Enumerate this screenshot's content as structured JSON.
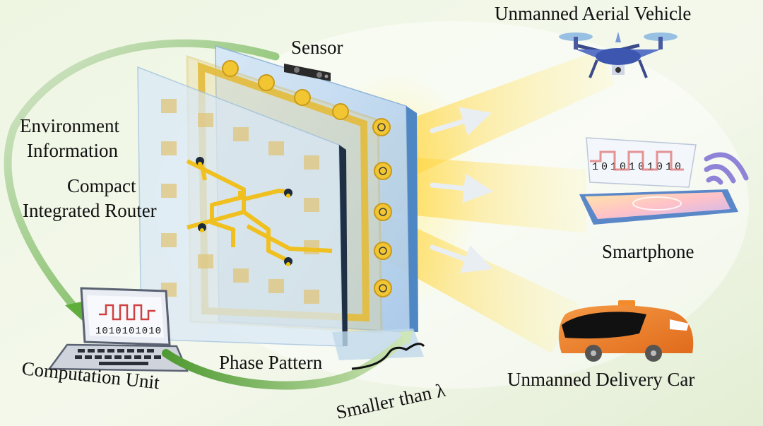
{
  "labels": {
    "uav": "Unmanned Aerial Vehicle",
    "sensor": "Sensor",
    "environment_line1": "Environment",
    "environment_line2": "Information",
    "router_line1": "Compact",
    "router_line2": "Integrated Router",
    "smartphone": "Smartphone",
    "computation": "Computation Unit",
    "phase_pattern": "Phase Pattern",
    "smaller_than": "Smaller than λ",
    "delivery_car": "Unmanned Delivery Car"
  },
  "screen_text": {
    "laptop_bits": "1010101010",
    "phone_bits": "1010101010"
  },
  "colors": {
    "beam": "#ffd84a",
    "board": "#b9d6ef",
    "copper": "#e3bb3a",
    "arrow_green": "#6fb44a",
    "car_orange": "#f07f2a",
    "wave_purple": "#8f83d8"
  },
  "icons": [
    "drone-icon",
    "sensor-icon",
    "smartphone-icon",
    "laptop-icon",
    "delivery-car-icon",
    "wifi-wave-icon"
  ]
}
